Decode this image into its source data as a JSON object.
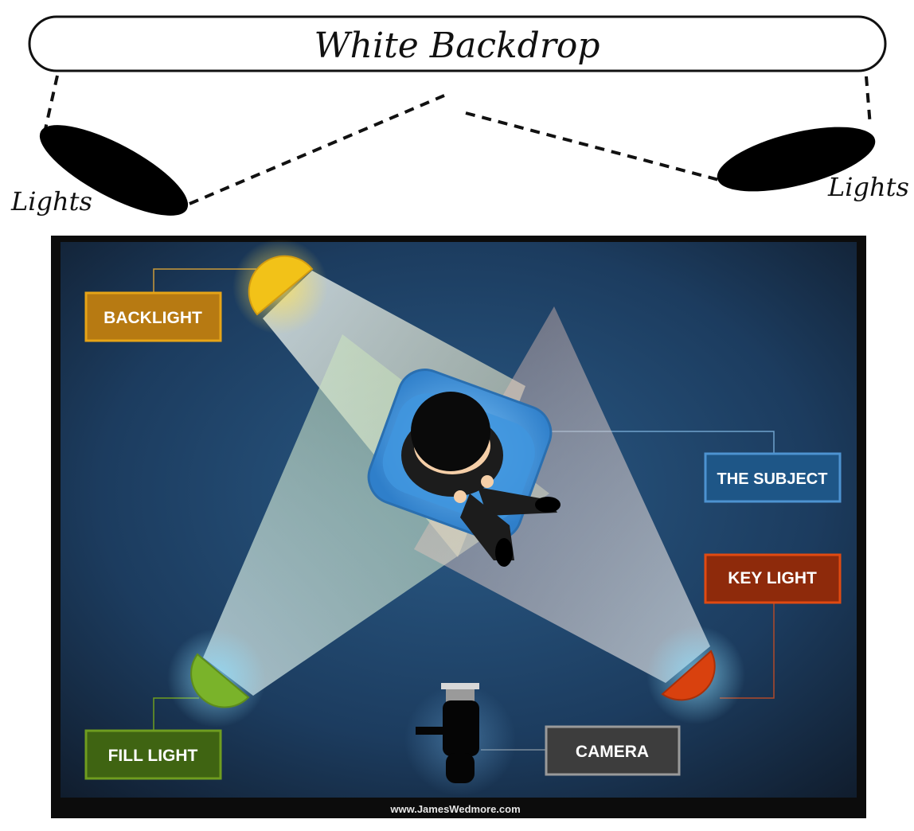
{
  "top_diagram": {
    "backdrop_label": "White Backdrop",
    "left_light_label": "Lights",
    "right_light_label": "Lights"
  },
  "studio_diagram": {
    "labels": {
      "backlight": "BACKLIGHT",
      "subject": "THE SUBJECT",
      "key_light": "KEY LIGHT",
      "fill_light": "FILL LIGHT",
      "camera": "CAMERA"
    },
    "footer": "www.JamesWedmore.com",
    "colors": {
      "backlight": "#f2c218",
      "backlight_label_bg": "#b77a12",
      "backlight_label_border": "#e6a417",
      "fill_light": "#7ab32a",
      "fill_label_bg": "#3f6412",
      "fill_label_border": "#6f9d1f",
      "key_light": "#d9410e",
      "key_label_bg": "#8e2a0b",
      "key_label_border": "#e04a12",
      "subject_label_bg": "#1e5687",
      "subject_label_border": "#4d93d1",
      "camera_label_bg": "#3d3d3d",
      "camera_label_border": "#9a9a9a",
      "chair": "#4fa0e4",
      "background": "#1b3a5c"
    }
  }
}
